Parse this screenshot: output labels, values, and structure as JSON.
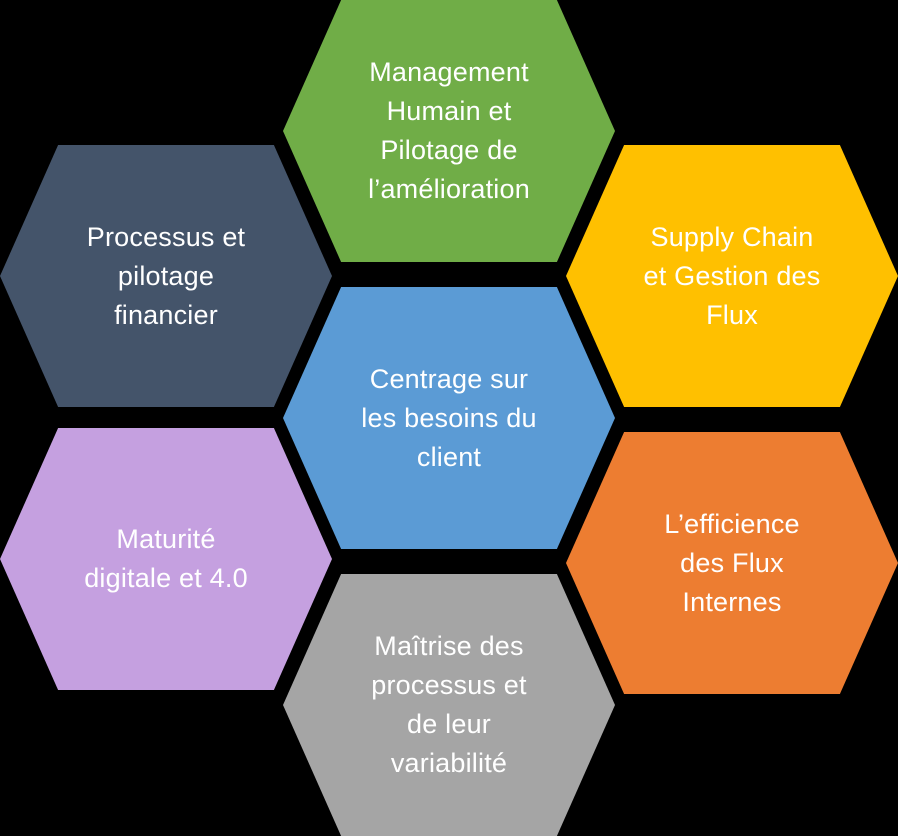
{
  "hexagons": {
    "top": {
      "label": "Management\nHumain et\nPilotage de\nl’amélioration",
      "color": "#70AD47"
    },
    "topleft": {
      "label": "Processus et\npilotage\nfinancier",
      "color": "#44546A"
    },
    "topright": {
      "label": "Supply Chain\net Gestion des\nFlux",
      "color": "#FFC000"
    },
    "center": {
      "label": "Centrage sur\nles besoins du\nclient",
      "color": "#5B9BD5"
    },
    "botleft": {
      "label": "Maturité\ndigitale et 4.0",
      "color": "#C5A0E0"
    },
    "botright": {
      "label": "L’efficience\ndes Flux\nInternes",
      "color": "#ED7D31"
    },
    "bottom": {
      "label": "Maîtrise des\nprocessus et\nde leur\nvariabilité",
      "color": "#A5A5A5"
    }
  }
}
